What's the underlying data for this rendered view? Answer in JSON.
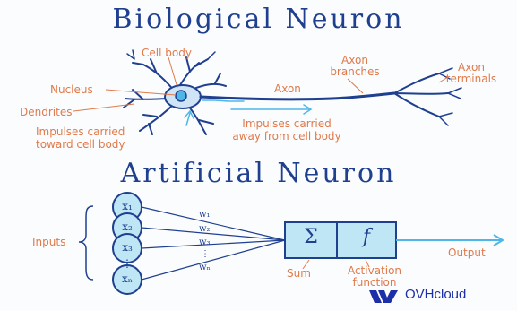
{
  "titles": {
    "biological": "Biological Neuron",
    "artificial": "Artificial Neuron"
  },
  "biological_labels": {
    "cell_body": "Cell body",
    "nucleus": "Nucleus",
    "dendrites": "Dendrites",
    "impulses_toward_line1": "Impulses carried",
    "impulses_toward_line2": "toward cell body",
    "axon": "Axon",
    "axon_branches_line1": "Axon",
    "axon_branches_line2": "branches",
    "axon_terminals_line1": "Axon",
    "axon_terminals_line2": "terminals",
    "impulses_away_line1": "Impulses carried",
    "impulses_away_line2": "away from cell body"
  },
  "artificial_labels": {
    "inputs": "Inputs",
    "x1": "x₁",
    "x2": "x₂",
    "x3": "x₃",
    "dots": "⋮",
    "xn": "xₙ",
    "w1": "w₁",
    "w2": "w₂",
    "w3": "w₃",
    "wdots": "⋮",
    "wn": "wₙ",
    "sum_symbol": "Σ",
    "activation_symbol": "f",
    "sum": "Sum",
    "activation_line1": "Activation",
    "activation_line2": "function",
    "output": "Output"
  },
  "logo": {
    "text": "OVHcloud"
  },
  "colors": {
    "ink": "#1f3f8f",
    "accent": "#e07a4a",
    "box_fill": "#bfe6f5",
    "arrow": "#4fb6e8",
    "logo": "#1d2fa8"
  },
  "icons": {
    "logo_mark": "ovhcloud-logo-icon"
  }
}
